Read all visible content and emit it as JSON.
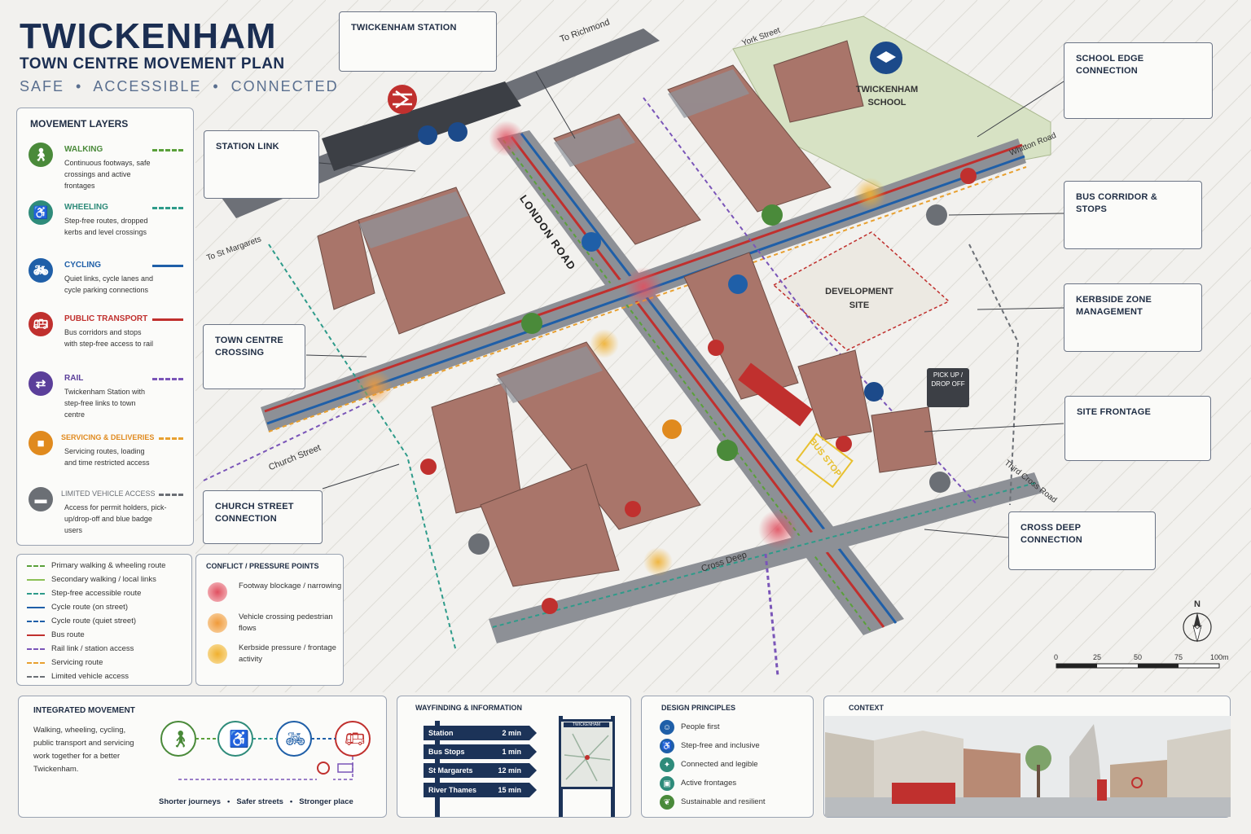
{
  "header": {
    "title": "TWICKENHAM",
    "subtitle": "TOWN CENTRE MOVEMENT PLAN",
    "tagline": "SAFE  •  ACCESSIBLE  •  CONNECTED"
  },
  "layers": {
    "heading": "MOVEMENT LAYERS",
    "items": [
      {
        "name": "WALKING",
        "desc": "Continuous footways, safe crossings and active frontages",
        "color": "#4a8a3a",
        "icon": "pedestrian-icon"
      },
      {
        "name": "WHEELING",
        "desc": "Step-free routes, dropped kerbs and level crossings",
        "color": "#2e8b7a",
        "icon": "wheelchair-icon"
      },
      {
        "name": "CYCLING",
        "desc": "Quiet links, cycle lanes and cycle parking connections",
        "color": "#1f5fa8",
        "icon": "bicycle-icon"
      },
      {
        "name": "PUBLIC TRANSPORT",
        "desc": "Bus corridors and stops with step-free access to rail",
        "color": "#c0302e",
        "icon": "bus-icon"
      },
      {
        "name": "RAIL",
        "desc": "Twickenham Station with step-free links to town centre",
        "color": "#5b3f9a",
        "icon": "rail-icon"
      },
      {
        "name": "SERVICING & DELIVERIES",
        "desc": "Servicing routes, loading and time restricted access",
        "color": "#e08a1e",
        "icon": "van-icon"
      },
      {
        "name": "LIMITED VEHICLE ACCESS",
        "desc": "Access for permit holders, pick-up/drop-off and blue badge users",
        "color": "#6b6f75",
        "icon": "car-icon"
      }
    ]
  },
  "legend": {
    "items": [
      {
        "label": "Primary walking & wheeling route",
        "color": "#5aa03a",
        "style": "dashed"
      },
      {
        "label": "Secondary walking / local links",
        "color": "#8cc056",
        "style": "solid"
      },
      {
        "label": "Step-free accessible route",
        "color": "#2e9b8a",
        "style": "dashed"
      },
      {
        "label": "Cycle route (on street)",
        "color": "#1f5fa8",
        "style": "solid"
      },
      {
        "label": "Cycle route (quiet street)",
        "color": "#1f5fa8",
        "style": "dashed"
      },
      {
        "label": "Bus route",
        "color": "#c0302e",
        "style": "solid"
      },
      {
        "label": "Rail link / station access",
        "color": "#7a55b8",
        "style": "dashed"
      },
      {
        "label": "Servicing route",
        "color": "#e8a030",
        "style": "dashed"
      },
      {
        "label": "Limited vehicle access",
        "color": "#6b6f75",
        "style": "dashed"
      }
    ]
  },
  "conflict": {
    "heading": "CONFLICT / PRESSURE POINTS",
    "items": [
      {
        "label": "Footway blockage / narrowing",
        "color": "#e05060"
      },
      {
        "label": "Vehicle crossing pedestrian flows",
        "color": "#f09a3a"
      },
      {
        "label": "Kerbside pressure / frontage activity",
        "color": "#f0b030"
      }
    ]
  },
  "callouts": {
    "station": "TWICKENHAM STATION",
    "station_link": "STATION LINK",
    "town_centre": "TOWN CENTRE CROSSING",
    "church_street": "CHURCH STREET CONNECTION",
    "school_edge": "SCHOOL EDGE CONNECTION",
    "bus_corridor": "BUS CORRIDOR & STOPS",
    "kerbside": "KERBSIDE ZONE MANAGEMENT",
    "site_frontage": "SITE FRONTAGE",
    "cross_deep": "CROSS DEEP CONNECTION"
  },
  "map": {
    "streets": {
      "to_richmond": "To Richmond",
      "york_street": "York Street",
      "whitton_road": "Whitton Road",
      "to_st_margarets": "To St Margarets",
      "london_road": "LONDON ROAD",
      "church_street": "Church Street",
      "cross_deep": "Cross Deep",
      "third_cross_road": "Third Cross Road"
    },
    "school": "TWICKENHAM SCHOOL",
    "development_site": "DEVELOPMENT SITE",
    "pick_up": "PICK UP / DROP OFF",
    "bus_stop_marking": "BUS STOP"
  },
  "scale": {
    "north": "N",
    "ticks": [
      "0",
      "25",
      "50",
      "75",
      "100m"
    ]
  },
  "integrated": {
    "heading": "INTEGRATED MOVEMENT",
    "text": "Walking, wheeling, cycling, public transport and servicing work together for a better Twickenham.",
    "footer": [
      "Shorter journeys",
      "Safer streets",
      "Stronger place"
    ]
  },
  "wayfinding": {
    "heading": "WAYFINDING & INFORMATION",
    "signs": [
      {
        "label": "Station",
        "time": "2 min"
      },
      {
        "label": "Bus Stops",
        "time": "1 min"
      },
      {
        "label": "St Margarets",
        "time": "12 min"
      },
      {
        "label": "River Thames",
        "time": "15 min"
      }
    ],
    "board_title": "TWICKENHAM"
  },
  "principles": {
    "heading": "DESIGN PRINCIPLES",
    "items": [
      {
        "label": "People first",
        "color": "#1f5fa8"
      },
      {
        "label": "Step-free and inclusive",
        "color": "#1f5fa8"
      },
      {
        "label": "Connected and legible",
        "color": "#2e8b7a"
      },
      {
        "label": "Active frontages",
        "color": "#2e8b7a"
      },
      {
        "label": "Sustainable and resilient",
        "color": "#4a8a3a"
      }
    ]
  },
  "context": {
    "heading": "CONTEXT"
  }
}
